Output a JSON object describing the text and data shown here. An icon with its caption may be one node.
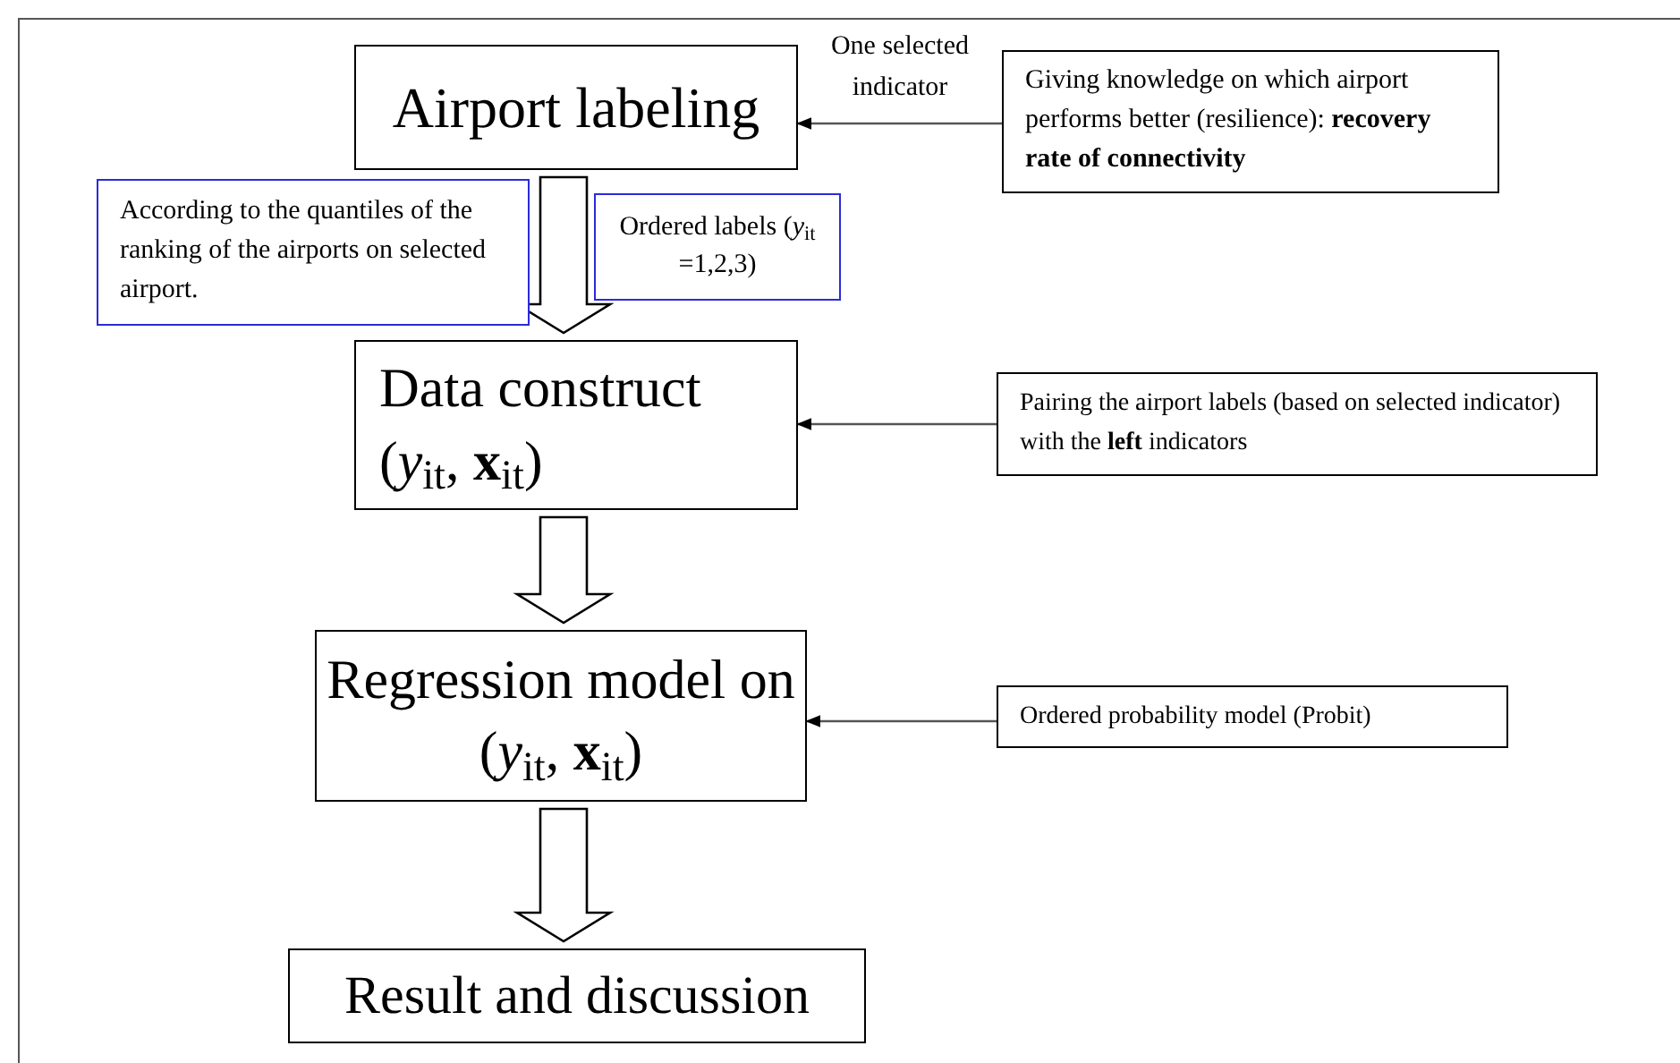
{
  "diagram": {
    "nodes": [
      {
        "text": [
          "Airport labeling"
        ]
      },
      {
        "text": [
          "Giving knowledge on which airport performs better (resilience): **recovery rate of connectivity**"
        ]
      },
      {
        "text": [
          "According to the quantiles of the ranking of the airports on selected airport."
        ]
      },
      {
        "text": [
          "Ordered labels (*y*$_{it}$ =1,2,3)"
        ]
      },
      {
        "text": [
          "Data construct (*y*$_{it}$, **x**$_{it}$)"
        ]
      },
      {
        "text": [
          "Pairing the airport labels (based on selected indicator) with the **left** indicators"
        ]
      },
      {
        "text": [
          "Regression model on (*y*$_{it}$, **x**$_{it}$)"
        ]
      },
      {
        "text": [
          "Ordered probability model (Probit)"
        ]
      },
      {
        "text": [
          "Result and discussion"
        ]
      }
    ],
    "edges": [
      {
        "from": 1,
        "to": 0,
        "arrow": "to",
        "label": "One selected indicator"
      },
      {
        "from": 0,
        "to": 4,
        "arrow": "to",
        "style": "thick"
      },
      {
        "from": 5,
        "to": 4,
        "arrow": "to"
      },
      {
        "from": 4,
        "to": 6,
        "arrow": "to",
        "style": "thick"
      },
      {
        "from": 7,
        "to": 6,
        "arrow": "to"
      },
      {
        "from": 6,
        "to": 8,
        "arrow": "to",
        "style": "thick"
      }
    ]
  }
}
